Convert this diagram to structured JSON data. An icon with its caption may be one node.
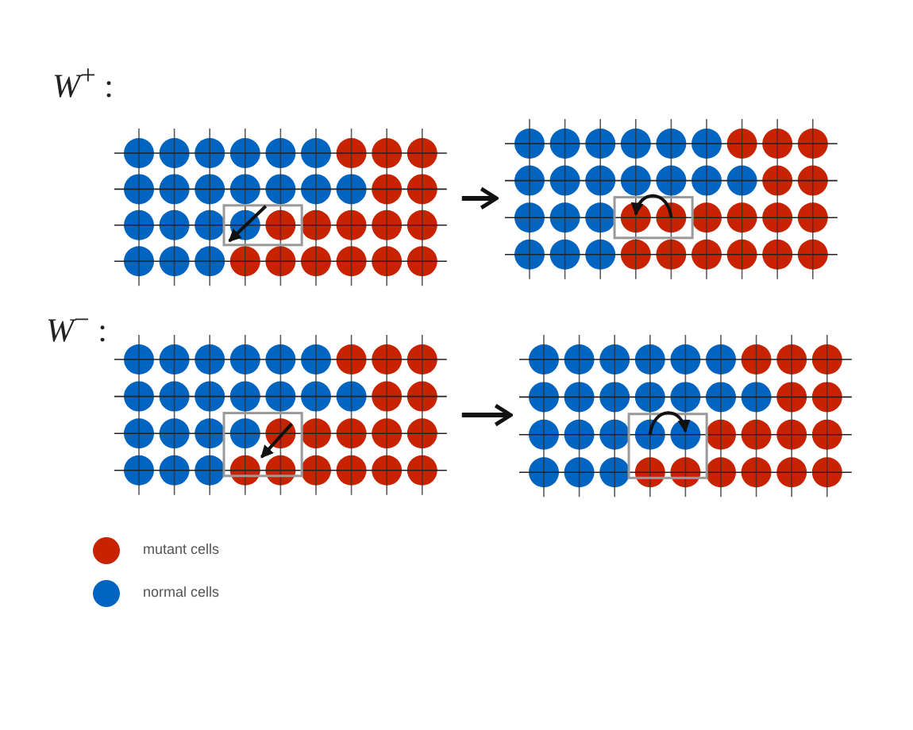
{
  "diagram": {
    "nodes": [
      {
        "text": [],
        "shape": "grid"
      },
      {
        "text": [],
        "shape": "grid"
      },
      {
        "text": [],
        "shape": "grid"
      },
      {
        "text": [],
        "shape": "grid"
      }
    ],
    "edges": [
      {
        "from": 0,
        "to": 1,
        "arrow": "to"
      },
      {
        "from": 2,
        "to": 3,
        "arrow": "to"
      }
    ],
    "labels": [
      "*W*$^{+}$ :",
      "*W*$^{−}$ :"
    ],
    "legend": [
      {
        "text": "mutant cells",
        "color": "#c82300"
      },
      {
        "text": "normal cells",
        "color": "#0064c0"
      }
    ]
  }
}
